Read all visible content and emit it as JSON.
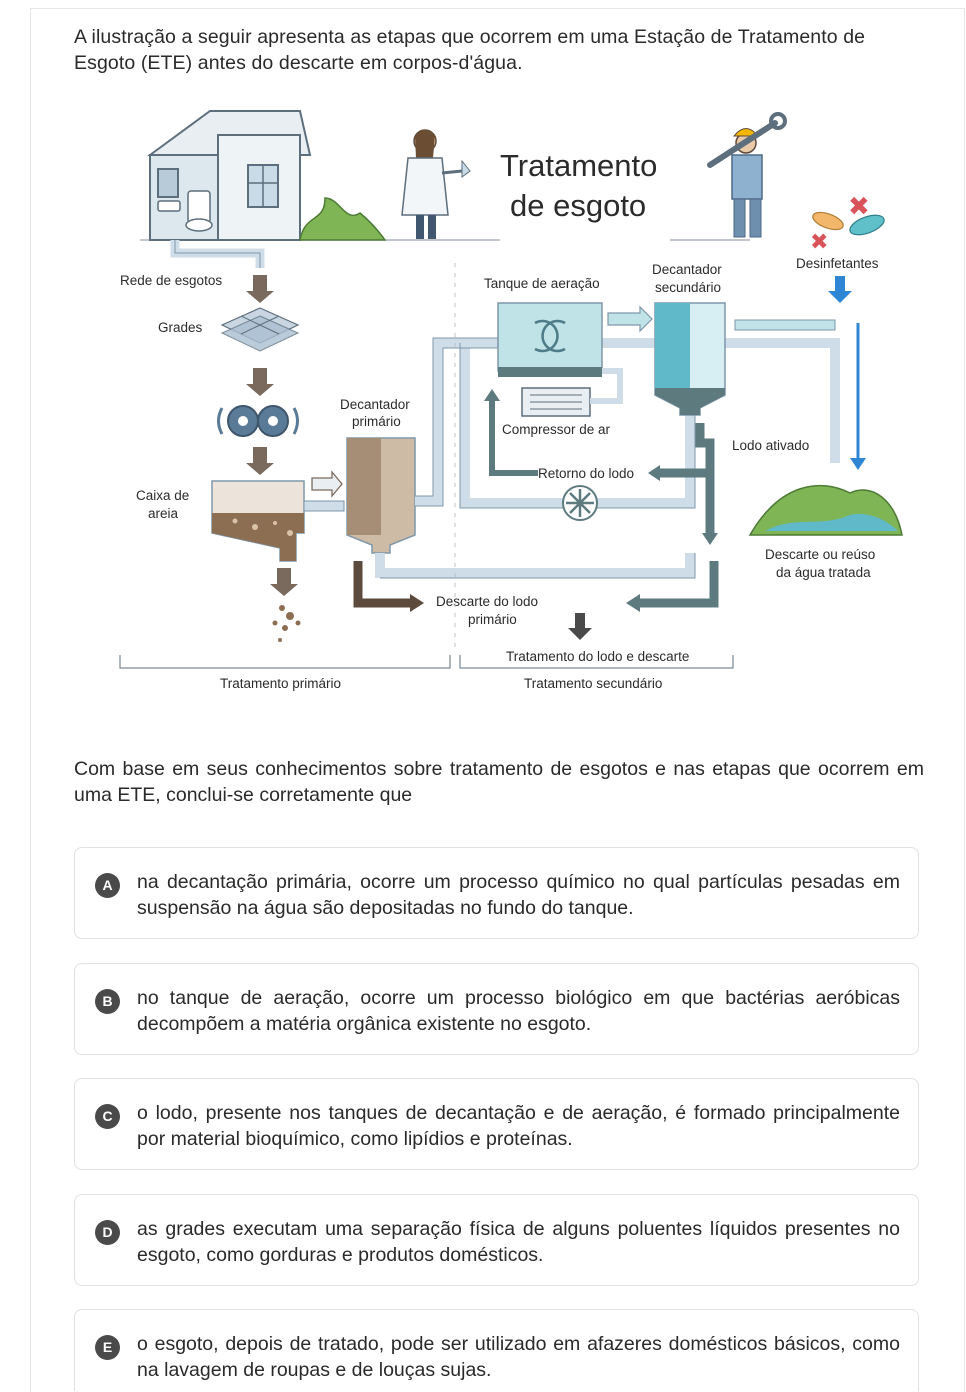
{
  "intro": "A ilustração a seguir apresenta as etapas que ocorrem em uma Estação de Tratamento de Esgoto (ETE) antes do descarte em corpos-d'água.",
  "figure": {
    "title_line1": "Tratamento",
    "title_line2": "de esgoto",
    "labels": {
      "rede": "Rede de esgotos",
      "grades": "Grades",
      "caixa_1": "Caixa de",
      "caixa_2": "areia",
      "decantador_prim_1": "Decantador",
      "decantador_prim_2": "primário",
      "tanque": "Tanque de aeração",
      "decantador_sec_1": "Decantador",
      "decantador_sec_2": "secundário",
      "desinfetantes": "Desinfetantes",
      "compressor": "Compressor de ar",
      "retorno": "Retorno do lodo",
      "lodo_ativado": "Lodo ativado",
      "descarte_agua_1": "Descarte ou reúso",
      "descarte_agua_2": "da água tratada",
      "descarte_lodo_1": "Descarte do lodo",
      "descarte_lodo_2": "primário",
      "tratamento_lodo": "Tratamento do lodo e descarte",
      "tratamento_primario": "Tratamento primário",
      "tratamento_secundario": "Tratamento secundário"
    },
    "colors": {
      "pipe": "#cfdde8",
      "pipe_stroke": "#7f97aa",
      "water": "#5fb9c9",
      "sludge": "#7a6250",
      "sand": "#a98a6e",
      "arrow": "#7a6a5e",
      "arrow_blue": "#2f86d4",
      "return": "#5d7b7f"
    }
  },
  "question": "Com base em seus conhecimentos sobre tratamento de esgotos e nas etapas que ocorrem em uma ETE, conclui-se corretamente que",
  "options": [
    {
      "letter": "A",
      "text": "na decantação primária, ocorre um processo químico no qual partículas pesadas em suspensão na água são depositadas no fundo do tanque."
    },
    {
      "letter": "B",
      "text": "no tanque de aeração, ocorre um processo biológico em que bactérias aeróbicas decompõem a matéria orgânica existente no esgoto."
    },
    {
      "letter": "C",
      "text": "o lodo, presente nos tanques de decantação e de aeração, é formado principalmente por material bioquímico, como lipídios e proteínas."
    },
    {
      "letter": "D",
      "text": "as grades executam uma separação física de alguns poluentes líquidos presentes no esgoto, como gorduras e produtos domésticos."
    },
    {
      "letter": "E",
      "text": "o esgoto, depois de tratado, pode ser utilizado em afazeres domésticos básicos, como na lavagem de roupas e de louças sujas."
    }
  ]
}
